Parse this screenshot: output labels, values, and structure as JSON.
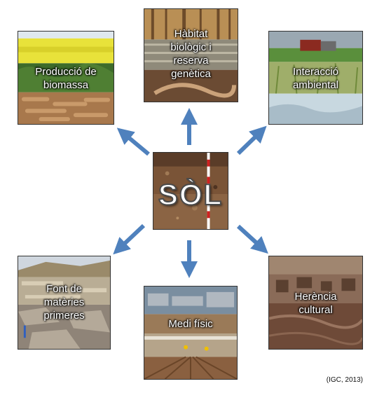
{
  "center": {
    "title": "SÒL"
  },
  "panels": {
    "biomassa": {
      "label": "Producció de biomassa"
    },
    "habitat": {
      "label": "Hàbitat biològic i reserva genètica"
    },
    "interaccio": {
      "label": "Interacció ambiental"
    },
    "font": {
      "label": "Font de matèries primeres"
    },
    "medi": {
      "label": "Medi físic"
    },
    "herencia": {
      "label": "Herència cultural"
    }
  },
  "credit": "(IGC, 2013)",
  "colors": {
    "arrow": "#4f81bd",
    "text": "#ffffff"
  }
}
